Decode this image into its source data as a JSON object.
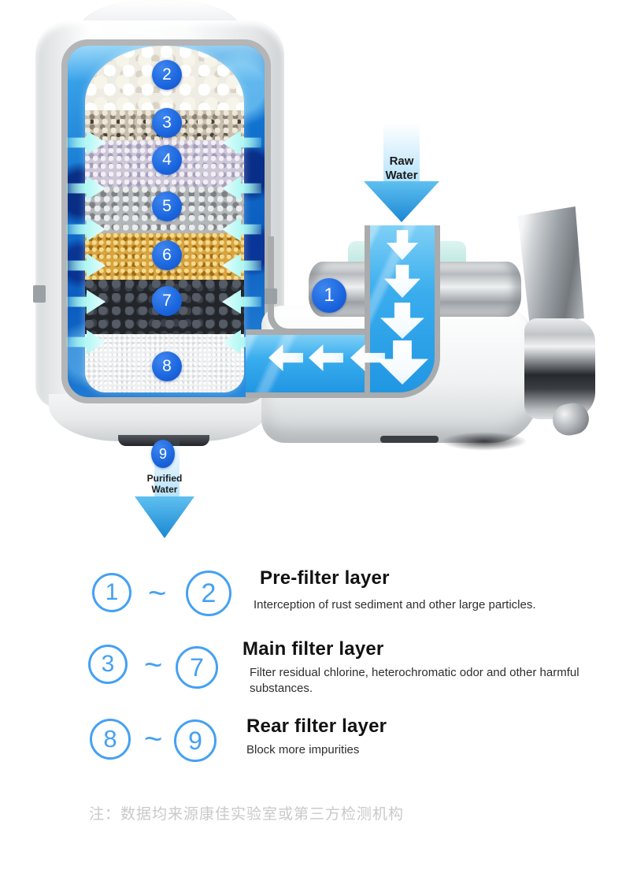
{
  "flow": {
    "raw_water": "Raw Water",
    "purified_water": "Purified Water",
    "inlet_step": "1",
    "outlet_step": "9"
  },
  "filter_layers": [
    {
      "step": "2",
      "material_color": "#efece3"
    },
    {
      "step": "3",
      "material_color": "#c9bfae"
    },
    {
      "step": "4",
      "material_color": "#cdc7d6"
    },
    {
      "step": "5",
      "material_color": "#b4b7b9"
    },
    {
      "step": "6",
      "material_color": "#d7a440"
    },
    {
      "step": "7",
      "material_color": "#22252a"
    },
    {
      "step": "8",
      "material_color": "#eef0f1"
    }
  ],
  "legend": {
    "separator": "~",
    "rows": [
      {
        "from": "1",
        "to": "2",
        "title": "Pre-filter layer",
        "desc": "Interception of rust sediment and other large particles."
      },
      {
        "from": "3",
        "to": "7",
        "title": "Main filter layer",
        "desc": "Filter residual chlorine, heterochromatic odor and other harmful substances."
      },
      {
        "from": "8",
        "to": "9",
        "title": "Rear filter layer",
        "desc": "Block more impurities"
      }
    ]
  },
  "footnote": "注：数据均来源康佳实验室或第三方检测机构",
  "colors": {
    "step_badge_blue": "#1b66de",
    "legend_accent_blue": "#45a1f2",
    "flow_arrow_blue": "#2a9ce4",
    "pipe_fill_blue": "#3aadee",
    "inflow_arrow_cyan": "#b4f8f4",
    "water_deep_blue": "#0b5cbe",
    "footnote_gray": "#c9c9c9"
  }
}
